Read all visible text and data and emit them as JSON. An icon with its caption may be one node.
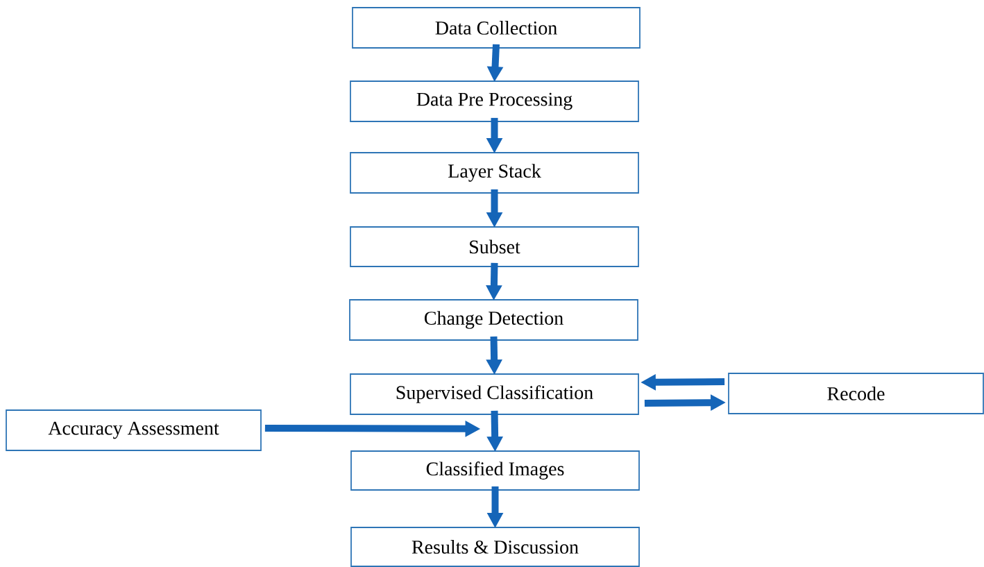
{
  "diagram": {
    "nodes": [
      {
        "text": [
          "Data Collection"
        ]
      },
      {
        "text": [
          "Data Pre Processing"
        ]
      },
      {
        "text": [
          "Layer Stack"
        ]
      },
      {
        "text": [
          "Subset"
        ]
      },
      {
        "text": [
          "Change Detection"
        ]
      },
      {
        "text": [
          "Supervised Classification"
        ]
      },
      {
        "text": [
          "Recode"
        ]
      },
      {
        "text": [
          "Accuracy Assessment"
        ]
      },
      {
        "text": [
          "Classified Images"
        ]
      },
      {
        "text": [
          "Results & Discussion"
        ]
      }
    ],
    "edges": [
      {
        "from": 0,
        "to": 1,
        "arrow": "to"
      },
      {
        "from": 1,
        "to": 2,
        "arrow": "to"
      },
      {
        "from": 2,
        "to": 3,
        "arrow": "to"
      },
      {
        "from": 3,
        "to": 4,
        "arrow": "to"
      },
      {
        "from": 4,
        "to": 5,
        "arrow": "to"
      },
      {
        "from": 6,
        "to": 5,
        "arrow": "to"
      },
      {
        "from": 5,
        "to": 6,
        "arrow": "to"
      },
      {
        "from": 5,
        "to": 8,
        "arrow": "to"
      },
      {
        "from": 7,
        "to": 5,
        "arrow": "to"
      },
      {
        "from": 8,
        "to": 9,
        "arrow": "to"
      }
    ]
  }
}
